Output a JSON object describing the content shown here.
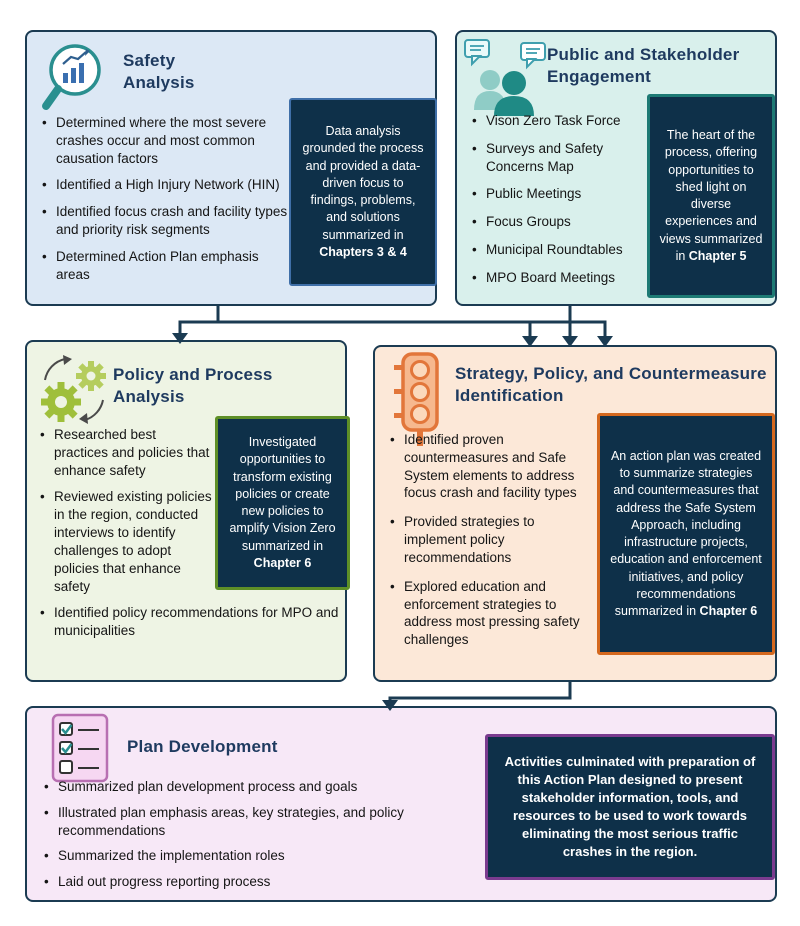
{
  "diagram": {
    "colors": {
      "outline_navy": "#1b3b52",
      "callout_background": "#0e3049",
      "title_text": "#1e3a5f",
      "safety_fill": "#dce8f5",
      "safety_accent": "#3f6fa8",
      "engagement_fill": "#d9f0ec",
      "engagement_accent": "#1d7a74",
      "policy_fill": "#eef4e4",
      "policy_accent": "#5e8f27",
      "strategy_fill": "#fce8d8",
      "strategy_accent": "#d4681e",
      "plan_fill": "#f7e8f7",
      "plan_accent": "#7a3b8f"
    },
    "icons": {
      "safety": "magnifier-bar-chart-icon",
      "engagement": "people-speech-bubbles-icon",
      "policy": "gears-cycle-icon",
      "strategy": "traffic-light-icon",
      "plan": "checklist-document-icon"
    },
    "boxes": {
      "safety": {
        "title": "Safety Analysis",
        "bullets": [
          "Determined where the most severe crashes occur and most common causation factors",
          "Identified a High Injury Network (HIN)",
          "Identified focus crash and facility types and priority risk segments",
          "Determined Action Plan emphasis areas"
        ],
        "callout": {
          "text": "Data analysis grounded the process and provided a data-driven focus to findings, problems, and solutions summarized in ",
          "bold": "Chapters 3 & 4"
        }
      },
      "engagement": {
        "title": "Public and Stakeholder Engagement",
        "bullets": [
          "Vison Zero Task Force",
          "Surveys and Safety Concerns Map",
          "Public Meetings",
          "Focus Groups",
          "Municipal Roundtables",
          "MPO Board Meetings"
        ],
        "callout": {
          "text": "The heart of the process, offering opportunities to shed light on diverse experiences and views summarized in ",
          "bold": "Chapter 5"
        }
      },
      "policy": {
        "title": "Policy and Process Analysis",
        "bullets": [
          "Researched best practices and policies that enhance safety",
          "Reviewed existing policies in the region, conducted interviews to identify challenges to adopt policies that enhance safety",
          "Identified policy recommendations for MPO and municipalities"
        ],
        "callout": {
          "text": "Investigated opportunities to transform existing policies or create new policies to amplify Vision Zero summarized in ",
          "bold": "Chapter 6"
        }
      },
      "strategy": {
        "title": "Strategy, Policy, and Countermeasure Identification",
        "bullets": [
          "Identified proven countermeasures and Safe System elements to address focus crash and facility types",
          "Provided strategies to implement policy recommendations",
          "Explored education and enforcement strategies to address most pressing safety challenges"
        ],
        "callout": {
          "text": "An action plan was created to summarize strategies and countermeasures that address the Safe System Approach, including infrastructure projects, education and enforcement initiatives, and policy recommendations summarized in ",
          "bold": "Chapter 6"
        }
      },
      "plan": {
        "title": "Plan Development",
        "bullets": [
          "Summarized plan development process and goals",
          "Illustrated plan emphasis areas, key strategies, and policy recommendations",
          "Summarized the implementation roles",
          "Laid out progress reporting process"
        ],
        "callout": {
          "text": "Activities culminated with preparation of this Action Plan designed to present stakeholder information, tools, and resources to be used to work towards eliminating the most serious traffic crashes in the region."
        }
      }
    }
  }
}
